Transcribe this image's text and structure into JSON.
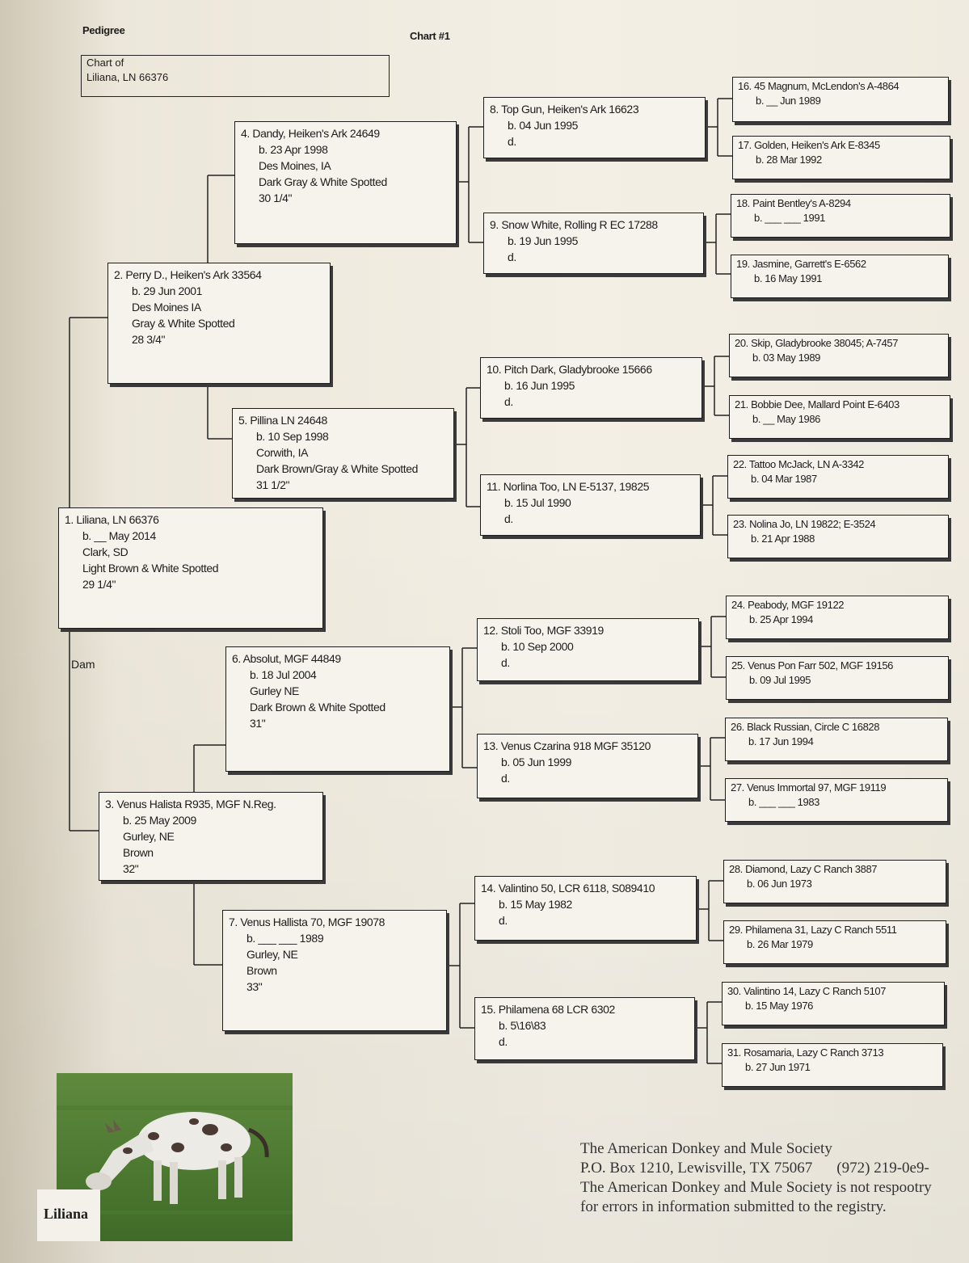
{
  "header": {
    "title": "Pedigree",
    "chart_no": "Chart #1"
  },
  "chart_of": {
    "line1": "Chart of",
    "line2": "Liliana, LN 66376"
  },
  "dam_label": "Dam",
  "animals": {
    "a1": [
      "1. Liliana, LN 66376",
      "b. __ May 2014",
      "Clark, SD",
      "Light Brown & White Spotted",
      "29 1/4\""
    ],
    "a2": [
      "2. Perry D., Heiken's Ark 33564",
      "b. 29 Jun 2001",
      "Des Moines IA",
      "Gray & White Spotted",
      "28 3/4\""
    ],
    "a3": [
      "3. Venus Halista R935, MGF N.Reg.",
      "b. 25 May 2009",
      "Gurley, NE",
      "Brown",
      "32\""
    ],
    "a4": [
      "4. Dandy, Heiken's Ark 24649",
      "b. 23 Apr 1998",
      "Des Moines, IA",
      "Dark Gray  & White Spotted",
      "30 1/4\""
    ],
    "a5": [
      "5. Pillina LN 24648",
      "b. 10 Sep 1998",
      "Corwith, IA",
      "Dark Brown/Gray & White Spotted",
      "31 1/2\""
    ],
    "a6": [
      "6. Absolut, MGF 44849",
      "b. 18 Jul 2004",
      "Gurley NE",
      "Dark Brown & White Spotted",
      "31\""
    ],
    "a7": [
      "7. Venus Hallista 70, MGF 19078",
      "b. ___ ___ 1989",
      "Gurley, NE",
      "Brown",
      "33\""
    ],
    "a8": [
      "8. Top Gun, Heiken's Ark 16623",
      "b. 04 Jun 1995",
      "d."
    ],
    "a9": [
      "9. Snow White, Rolling R EC 17288",
      "b. 19 Jun 1995",
      "d."
    ],
    "a10": [
      "10. Pitch Dark, Gladybrooke 15666",
      "b. 16 Jun 1995",
      "d."
    ],
    "a11": [
      "11. Norlina Too, LN E-5137, 19825",
      "b. 15 Jul 1990",
      "d."
    ],
    "a12": [
      "12. Stoli Too, MGF 33919",
      "b. 10 Sep 2000",
      "d."
    ],
    "a13": [
      "13. Venus Czarina 918 MGF 35120",
      "b. 05 Jun 1999",
      "d."
    ],
    "a14": [
      "14. Valintino 50, LCR 6118, S089410",
      "b. 15 May 1982",
      "d."
    ],
    "a15": [
      "15. Philamena 68 LCR 6302",
      "b. 5\\16\\83",
      "d."
    ],
    "a16": [
      "16. 45 Magnum, McLendon's A-4864",
      "b. __ Jun 1989"
    ],
    "a17": [
      "17. Golden, Heiken's Ark E-8345",
      "b. 28 Mar 1992"
    ],
    "a18": [
      "18. Paint Bentley's A-8294",
      "b. ___ ___ 1991"
    ],
    "a19": [
      "19. Jasmine, Garrett's E-6562",
      "b. 16 May 1991"
    ],
    "a20": [
      "20. Skip, Gladybrooke 38045; A-7457",
      "b. 03 May 1989"
    ],
    "a21": [
      "21. Bobbie Dee, Mallard Point E-6403",
      "b. __ May 1986"
    ],
    "a22": [
      "22. Tattoo McJack, LN A-3342",
      "b. 04 Mar 1987"
    ],
    "a23": [
      "23. Nolina Jo, LN 19822; E-3524",
      "b. 21 Apr 1988"
    ],
    "a24": [
      "24. Peabody, MGF 19122",
      "b. 25 Apr 1994"
    ],
    "a25": [
      "25. Venus Pon Farr 502, MGF 19156",
      "b. 09 Jul 1995"
    ],
    "a26": [
      "26. Black Russian, Circle C 16828",
      "b. 17 Jun 1994"
    ],
    "a27": [
      "27. Venus Immortal 97, MGF 19119",
      "b. ___ ___ 1983"
    ],
    "a28": [
      "28. Diamond, Lazy C Ranch 3887",
      "b. 06 Jun 1973"
    ],
    "a29": [
      "29. Philamena 31, Lazy C Ranch 5511",
      "b. 26 Mar 1979"
    ],
    "a30": [
      "30. Valintino 14, Lazy C Ranch 5107",
      "b. 15 May 1976"
    ],
    "a31": [
      "31. Rosamaria, Lazy C Ranch 3713",
      "b. 27 Jun 1971"
    ]
  },
  "photo": {
    "caption": "Liliana"
  },
  "footer": {
    "org": "The American Donkey and Mule Society",
    "address": "P.O. Box 1210, Lewisville, TX 75067",
    "phone": "(972) 219-0e9-",
    "disclaimer1": "The American Donkey and Mule Society is not respootry",
    "disclaimer2": "for errors in information submitted to the registry."
  }
}
